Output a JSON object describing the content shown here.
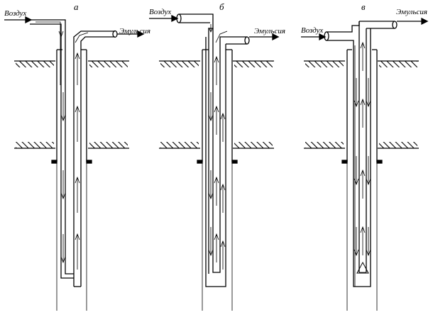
{
  "diagram": {
    "panels": [
      {
        "letter": "а",
        "air_label": "Воздух",
        "emulsion_label": "Эмульсия"
      },
      {
        "letter": "б",
        "air_label": "Воздух",
        "emulsion_label": "Эмульсия"
      },
      {
        "letter": "в",
        "air_label": "Воздух",
        "emulsion_label": "Эмульсия"
      }
    ],
    "colors": {
      "line": "#000000",
      "background": "#ffffff"
    }
  }
}
